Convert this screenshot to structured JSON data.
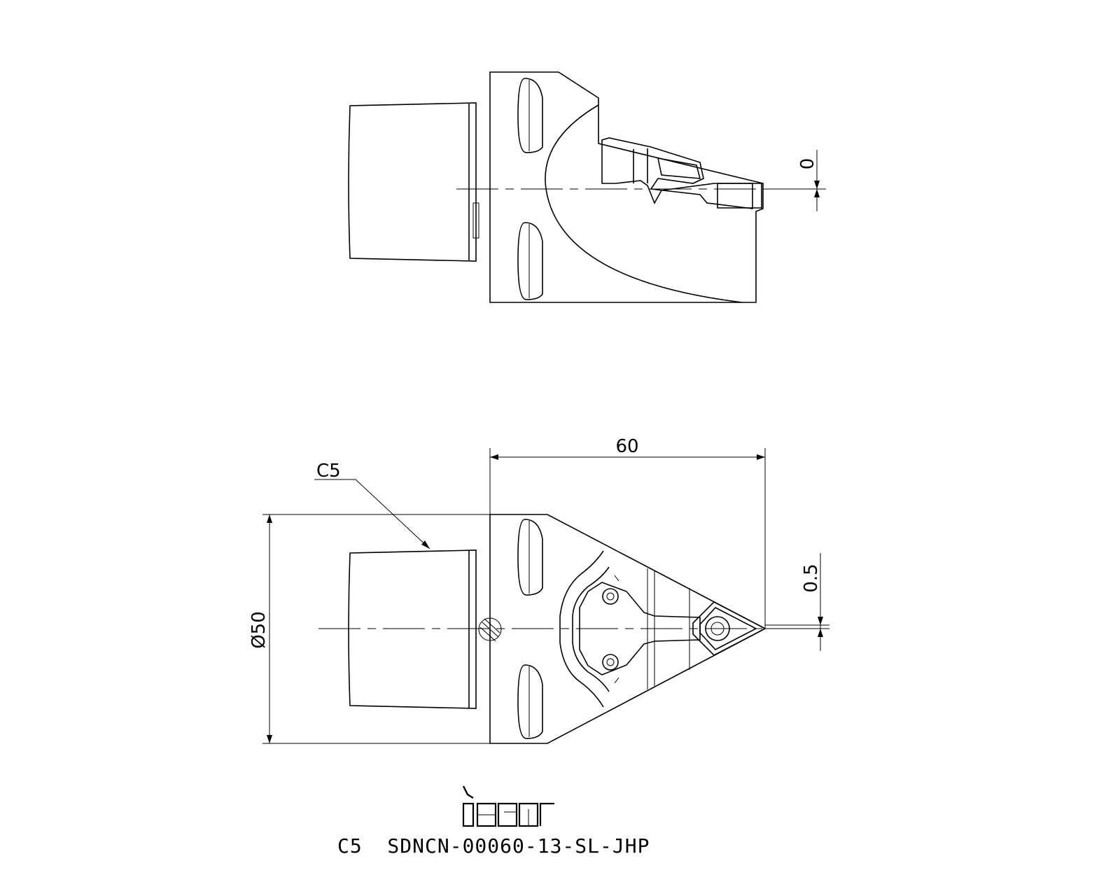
{
  "dimensions": {
    "top_offset": "0",
    "length": "60",
    "diameter": "Ø50",
    "offset": "0.5",
    "chamfer": "C5"
  },
  "brand": {
    "logo_text": "iscar"
  },
  "part_code": "C5  SDNCN-00060-13-SL-JHP"
}
